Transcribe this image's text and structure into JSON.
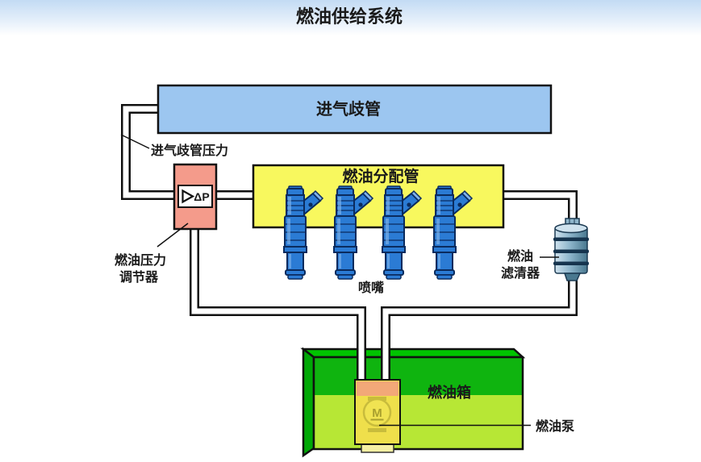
{
  "title": "燃油供给系统",
  "labels": {
    "intake_manifold": "进气歧管",
    "manifold_pressure": "进气歧管压力",
    "fuel_rail": "燃油分配管",
    "regulator_symbol": "ΔP",
    "regulator_line1": "燃油压力",
    "regulator_line2": "调节器",
    "injectors": "喷嘴",
    "filter_line1": "燃油",
    "filter_line2": "滤清器",
    "fuel_tank": "燃油箱",
    "fuel_pump": "燃油泵",
    "pump_motor": "M"
  },
  "injector_count": 4,
  "colors": {
    "header_top": "#c3dbf4",
    "intake_fill": "#9cc6f0",
    "rail_fill": "#f8f85e",
    "regulator_fill": "#f49b8b",
    "injector_blue": "#2b7bd4",
    "injector_dark": "#0a2b5e",
    "injector_light": "#7fb2ea",
    "filter_light": "#cfe2ee",
    "filter_mid": "#8fb6cc",
    "filter_dark": "#49788f",
    "filter_band": "#16344e",
    "tank_top": "#00c400",
    "tank_side": "#00a806",
    "tank_front_dark": "#0fb40f",
    "tank_front_light": "#b7e735",
    "pump_top": "#f2a878",
    "pump_body": "#efdf4b",
    "pump_foot": "#f5efa3",
    "pump_accent": "#c8bc3c",
    "pump_text": "#a89f2e"
  }
}
